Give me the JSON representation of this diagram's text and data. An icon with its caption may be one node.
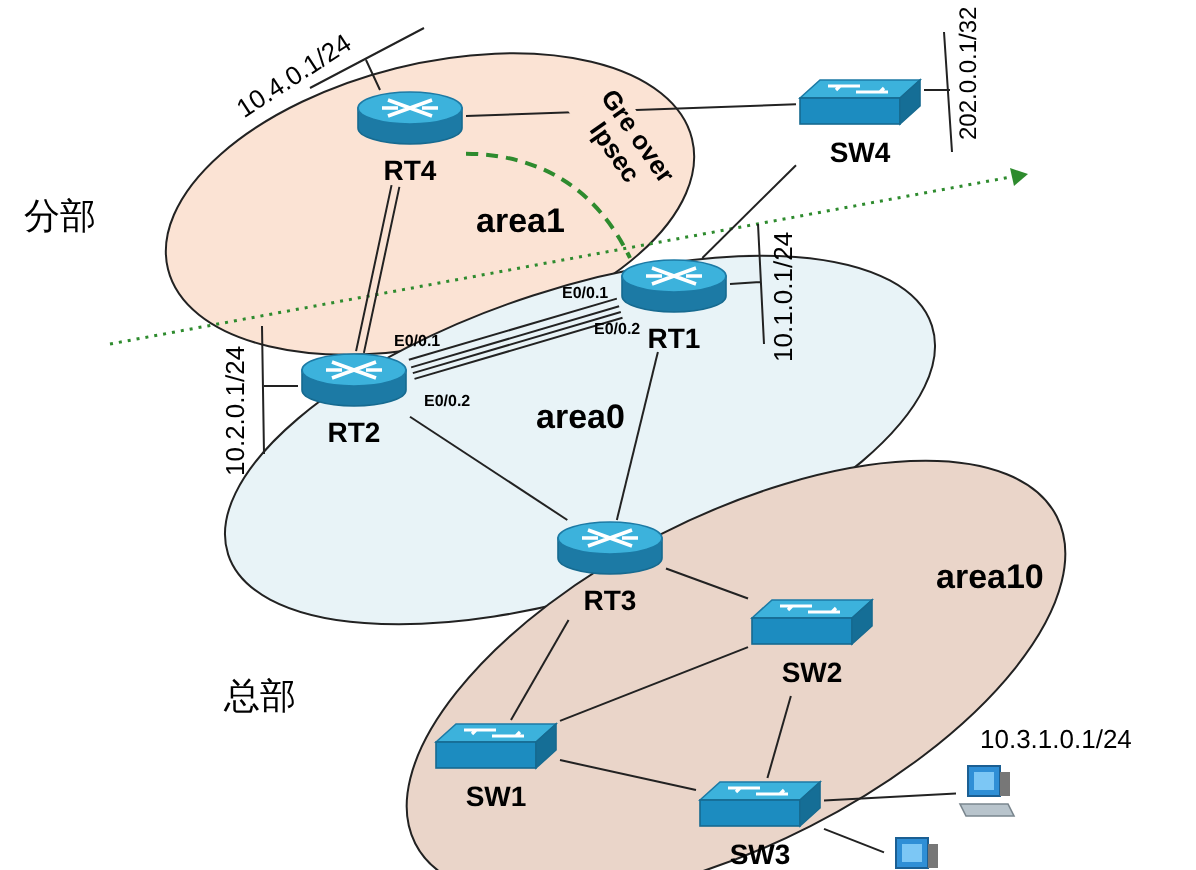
{
  "diagram": {
    "nodes": [
      {
        "text": [
          "RT4"
        ]
      },
      {
        "text": [
          "SW4"
        ]
      },
      {
        "text": [
          "RT1"
        ]
      },
      {
        "text": [
          "RT2"
        ]
      },
      {
        "text": [
          "RT3"
        ]
      },
      {
        "text": [
          "SW2"
        ]
      },
      {
        "text": [
          "SW1"
        ]
      },
      {
        "text": [
          "SW3"
        ]
      },
      {
        "text": [],
        "shape": "picture"
      },
      {
        "text": [],
        "shape": "picture"
      }
    ],
    "edges": [
      {
        "from": 0,
        "to": 1,
        "arrow": "none"
      },
      {
        "from": 0,
        "to": 3,
        "arrow": "none"
      },
      {
        "from": 0,
        "to": 2,
        "arrow": "none",
        "label": "Gre over Ipsec",
        "style": "dashed",
        "color": "#2e8b2e"
      },
      {
        "from": 3,
        "to": 2,
        "arrow": "none"
      },
      {
        "from": 3,
        "to": 2,
        "arrow": "none"
      },
      {
        "from": 1,
        "to": 2,
        "arrow": "none"
      },
      {
        "from": 2,
        "to": 4,
        "arrow": "none"
      },
      {
        "from": 3,
        "to": 4,
        "arrow": "none"
      },
      {
        "from": 4,
        "to": 5,
        "arrow": "none"
      },
      {
        "from": 4,
        "to": 6,
        "arrow": "none"
      },
      {
        "from": 6,
        "to": 5,
        "arrow": "none"
      },
      {
        "from": 5,
        "to": 7,
        "arrow": "none"
      },
      {
        "from": 6,
        "to": 7,
        "arrow": "none"
      },
      {
        "from": 7,
        "to": 8,
        "arrow": "none"
      },
      {
        "from": 7,
        "to": 9,
        "arrow": "none"
      }
    ],
    "labels": [
      "10.4.0.1/24",
      "202.0.0.1/32",
      "分部",
      "area1",
      "E0/0.1",
      "10.1.0.1/24",
      "E0/0.2",
      "E0/0.1",
      "10.2.0.1/24",
      "E0/0.2",
      "area0",
      "area10",
      "总部",
      "10.3.1.0.1/24"
    ]
  }
}
